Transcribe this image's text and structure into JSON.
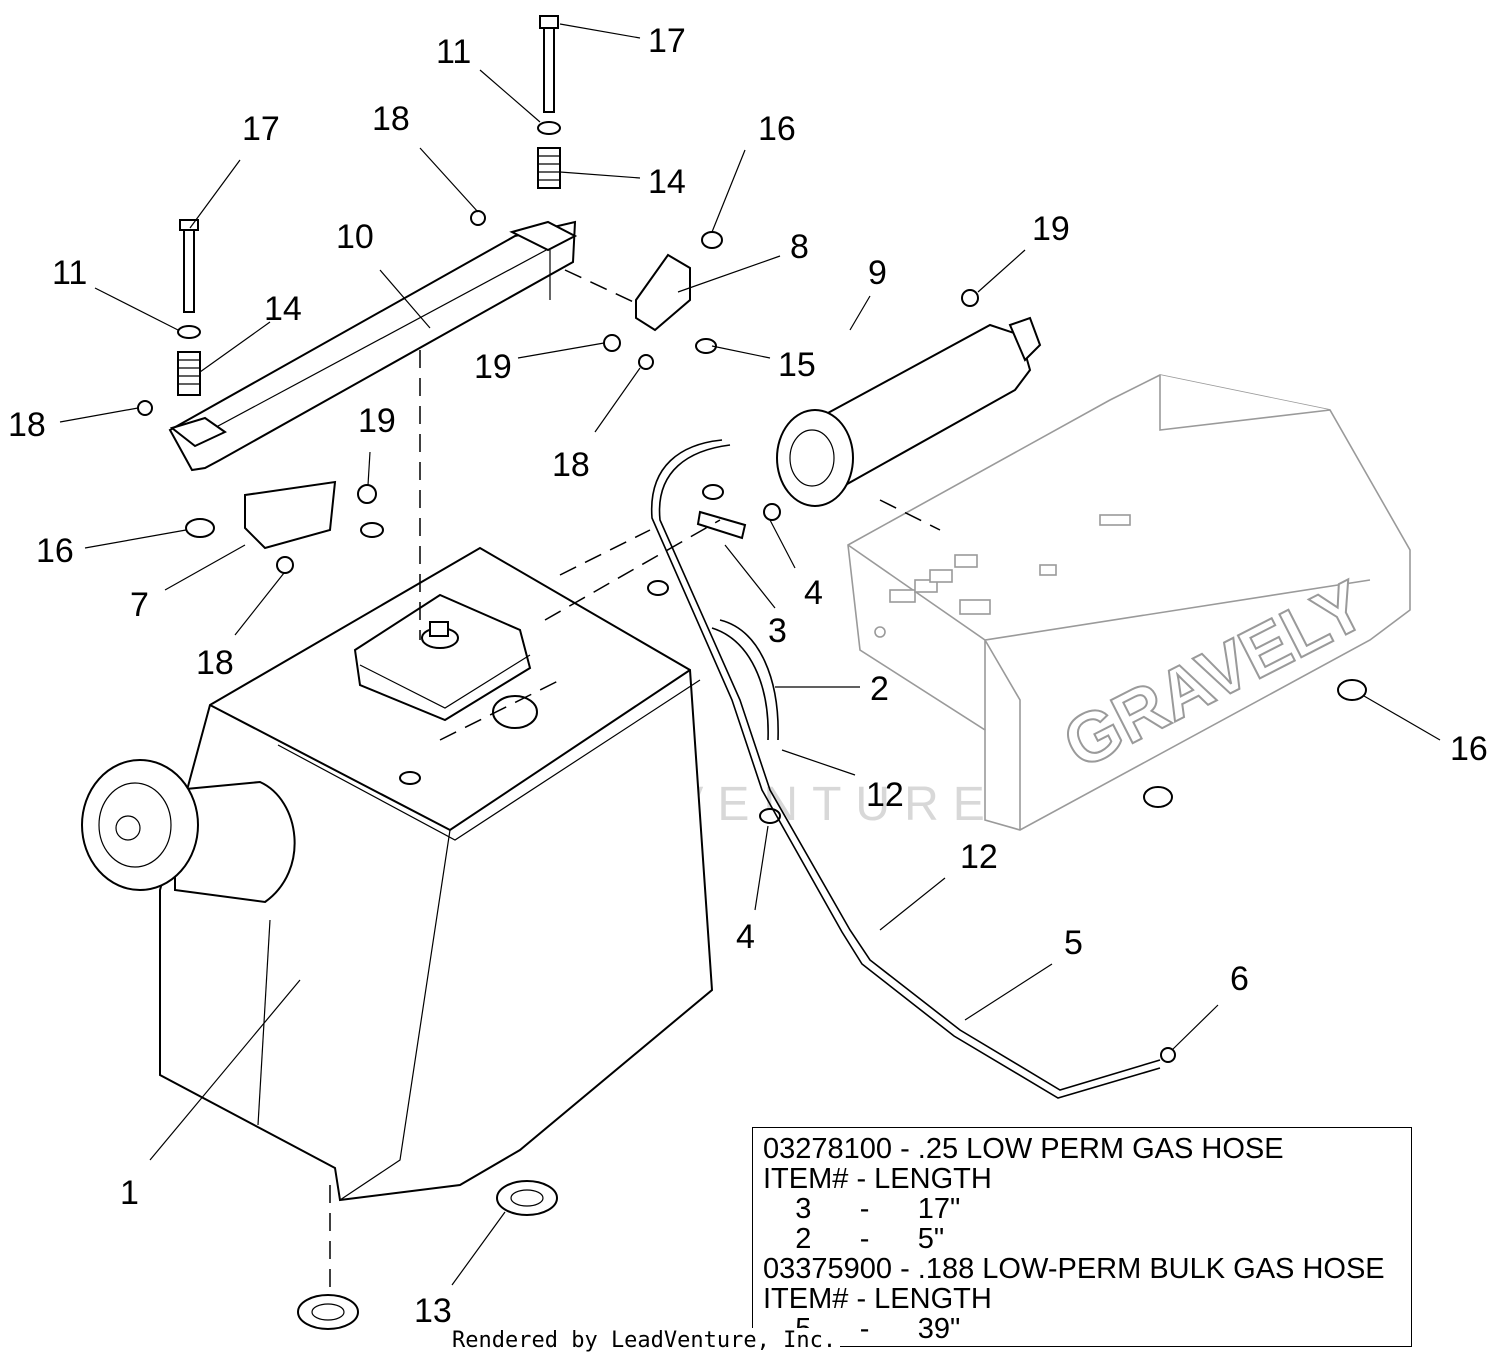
{
  "diagram": {
    "callouts": {
      "c1": "1",
      "c2": "2",
      "c3": "3",
      "c4a": "4",
      "c4b": "4",
      "c5": "5",
      "c6": "6",
      "c7": "7",
      "c8": "8",
      "c9": "9",
      "c10": "10",
      "c11a": "11",
      "c11b": "11",
      "c12a": "12",
      "c12b": "12",
      "c13": "13",
      "c14a": "14",
      "c14b": "14",
      "c15": "15",
      "c16a": "16",
      "c16b": "16",
      "c16c": "16",
      "c17a": "17",
      "c17b": "17",
      "c18a": "18",
      "c18b": "18",
      "c18c": "18",
      "c18d": "18",
      "c19a": "19",
      "c19b": "19",
      "c19c": "19"
    },
    "panel_brand": "GRAVELY",
    "watermark": "LEADVENTURE"
  },
  "hose_note": {
    "lines": [
      "03278100 - .25 LOW PERM GAS HOSE",
      "ITEM# - LENGTH",
      "    3      -      17\"",
      "    2      -      5\"",
      "03375900 - .188 LOW-PERM BULK GAS HOSE",
      "ITEM# - LENGTH",
      "    5      -      39\""
    ]
  },
  "footer": {
    "credit": "Rendered by LeadVenture, Inc."
  }
}
